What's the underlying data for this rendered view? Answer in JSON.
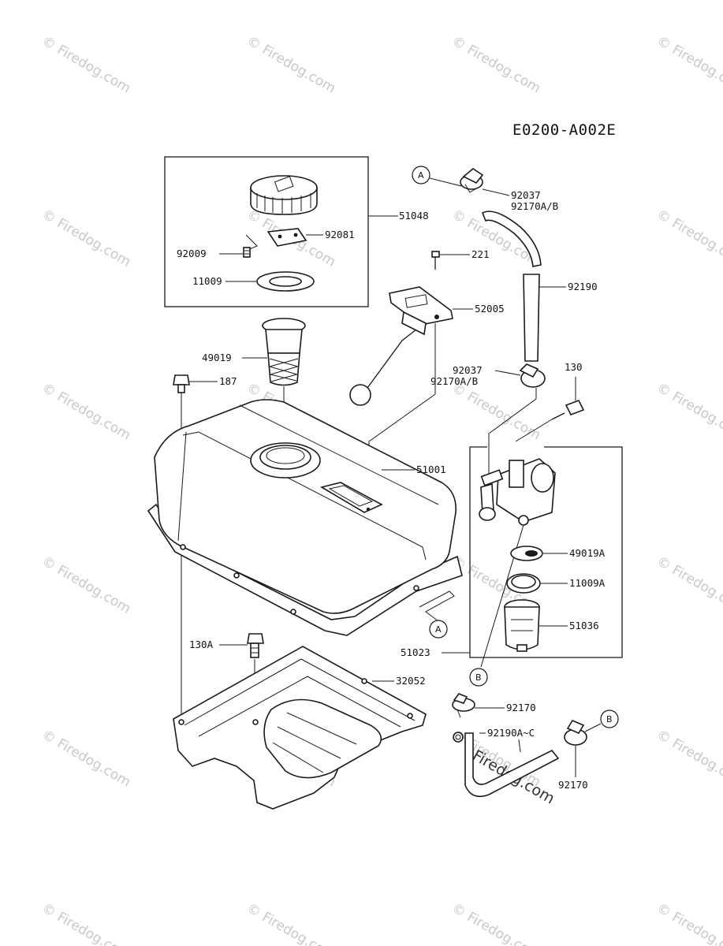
{
  "diagram_code": "E0200-A002E",
  "watermark": "© Firedog.com",
  "watermark_center": "Firedog.com",
  "callout_letters": {
    "a": "A",
    "b": "B"
  },
  "part_labels": {
    "p51048": "51048",
    "p92081": "92081",
    "p92009": "92009",
    "p11009": "11009",
    "p49019": "49019",
    "p187": "187",
    "p221": "221",
    "p52005": "52005",
    "p92037_top": "92037",
    "p92170ab_top": "92170A/B",
    "p92190": "92190",
    "p92037_mid": "92037",
    "p92170ab_mid": "92170A/B",
    "p130": "130",
    "p51001": "51001",
    "p49019a": "49019A",
    "p11009a": "11009A",
    "p51036": "51036",
    "p51023": "51023",
    "p130a": "130A",
    "p32052": "32052",
    "p92170_1": "92170",
    "p92190ac": "92190A~C",
    "p92170_2": "92170"
  }
}
